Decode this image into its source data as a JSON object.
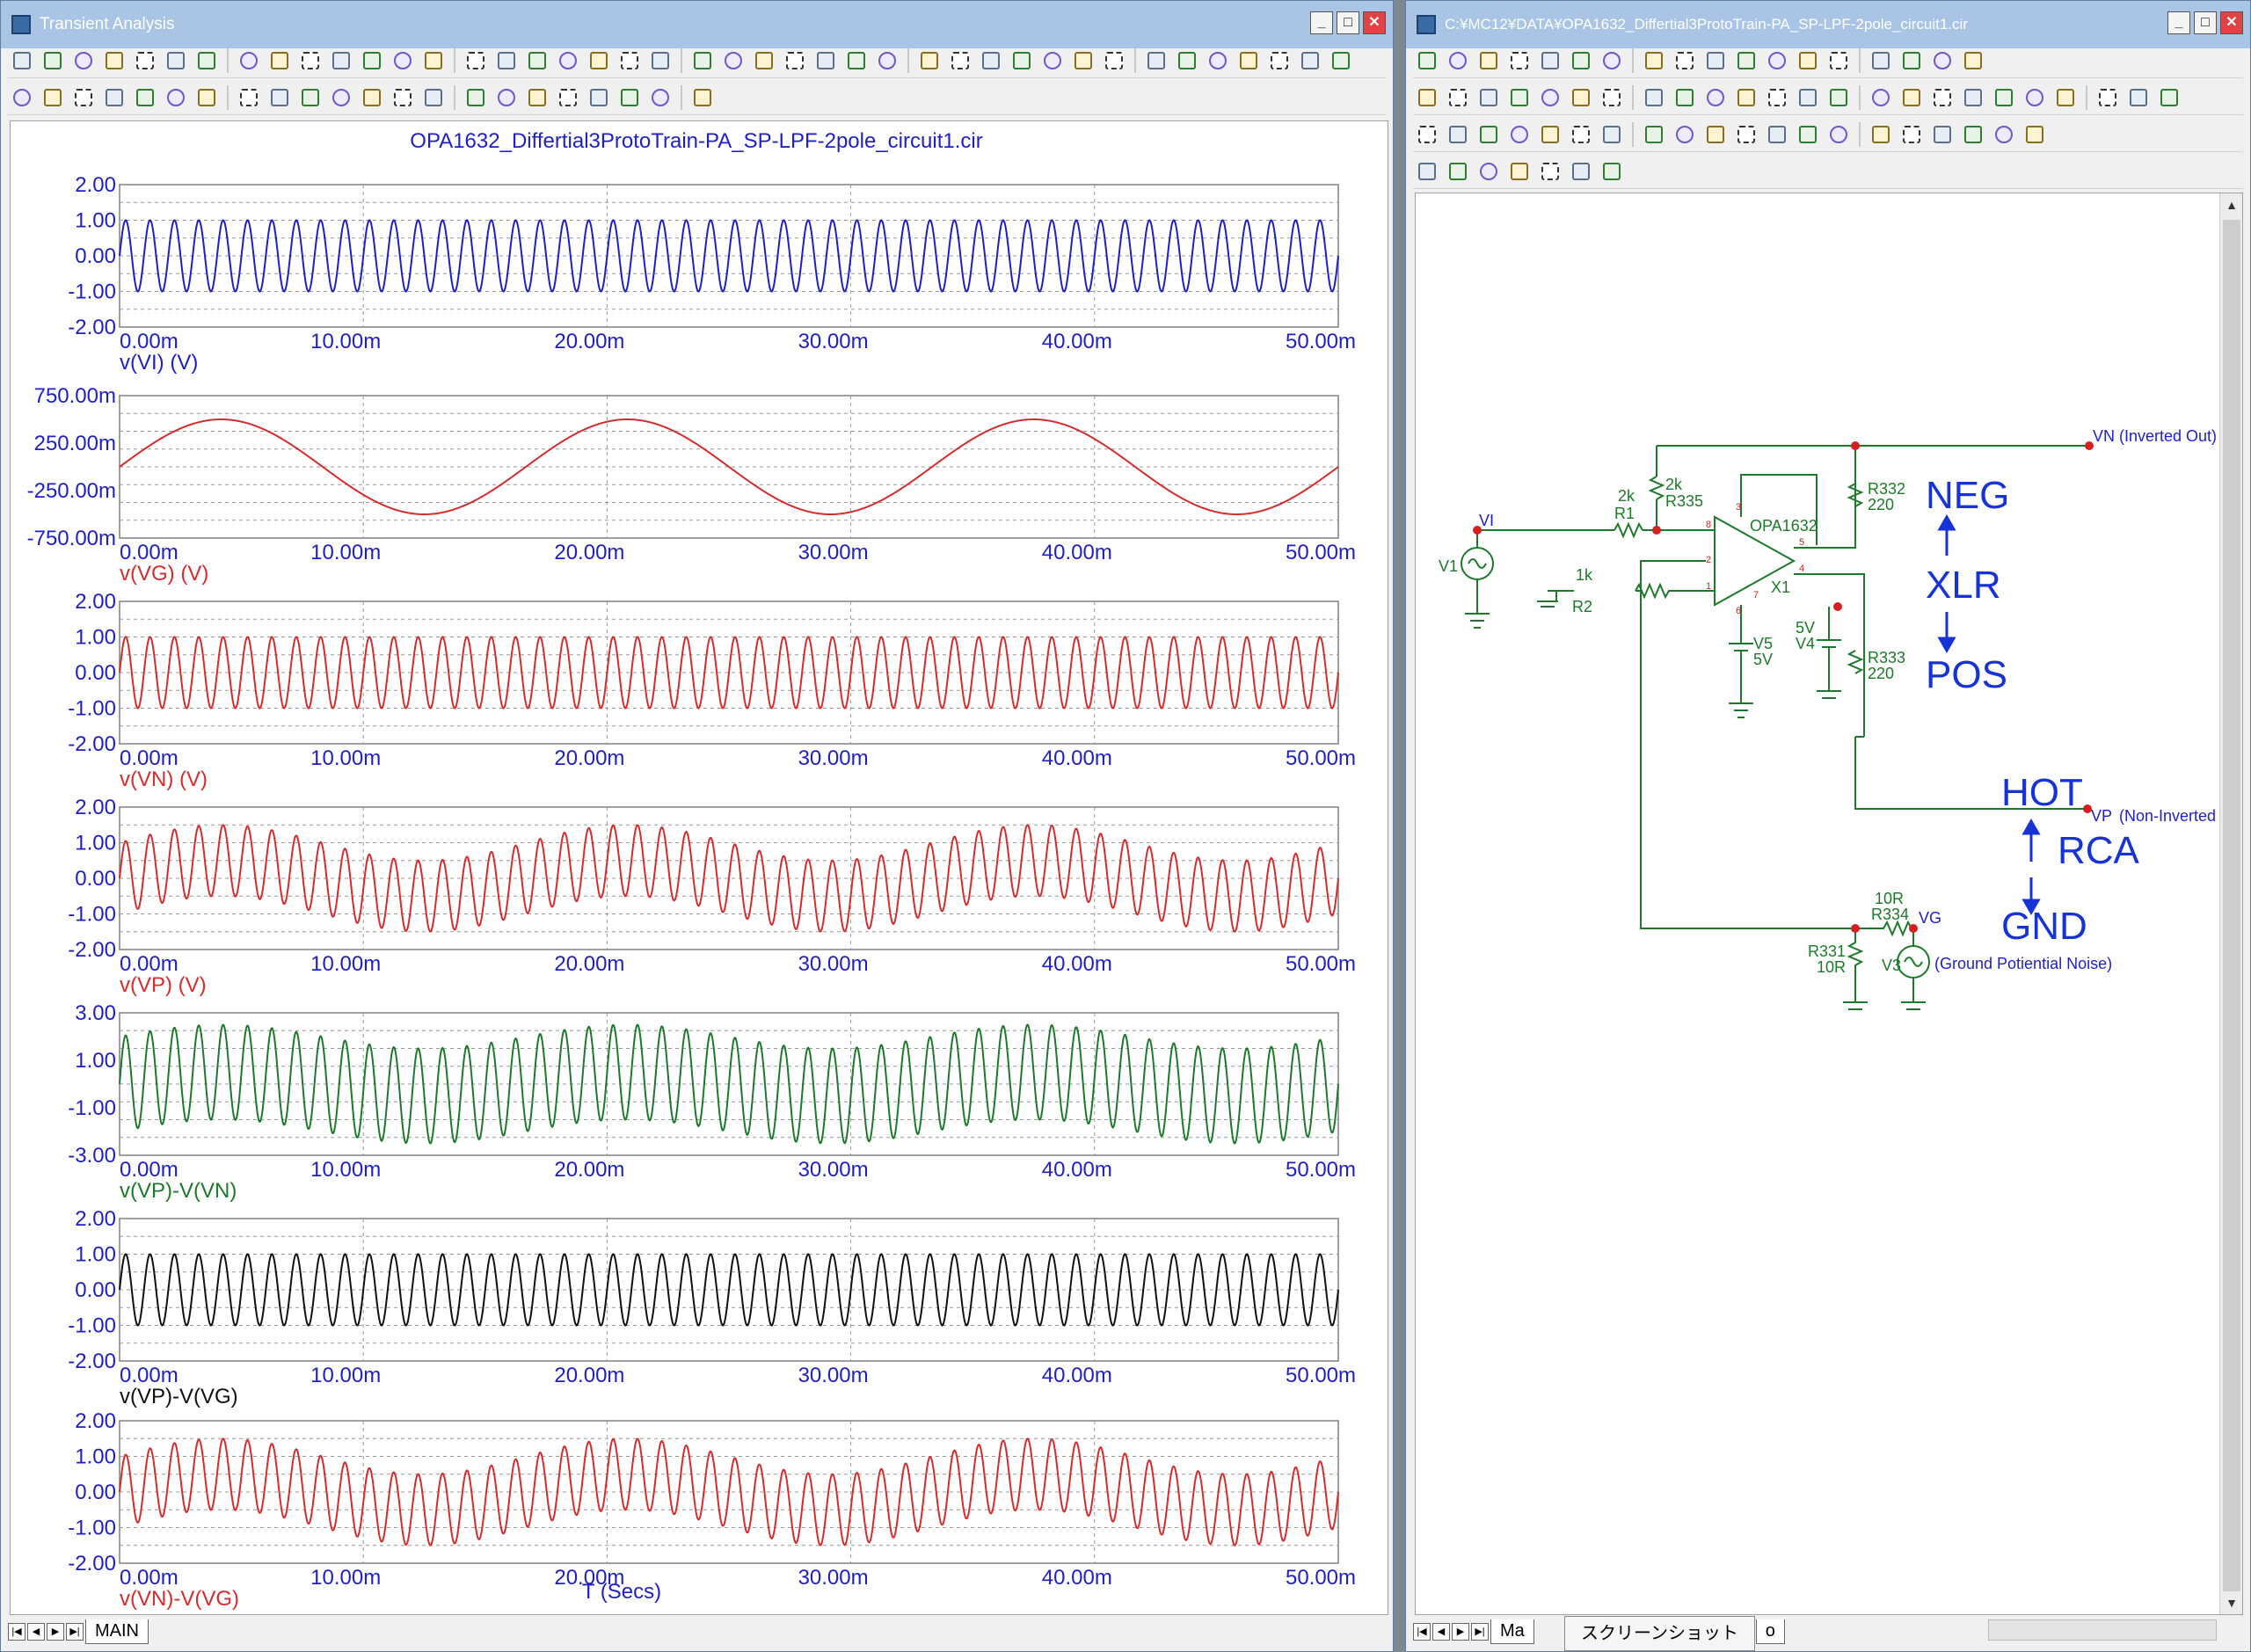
{
  "left_window": {
    "title": "Transient Analysis",
    "controls": [
      "_",
      "□",
      "✕"
    ],
    "plot_title": "OPA1632_Differtial3ProtoTrain-PA_SP-LPF-2pole_circuit1.cir",
    "x_axis_title": "T (Secs)",
    "x_ticks": [
      "0.00m",
      "10.00m",
      "20.00m",
      "30.00m",
      "40.00m",
      "50.00m"
    ],
    "tab_label": "MAIN"
  },
  "right_window": {
    "title": "C:¥MC12¥DATA¥OPA1632_Differtial3ProtoTrain-PA_SP-LPF-2pole_circuit1.cir",
    "controls": [
      "_",
      "□",
      "✕"
    ],
    "tab_label": "Ma",
    "tooltip": "スクリーンショット",
    "tab_suffix": "o"
  },
  "schematic": {
    "node_vi": "VI",
    "src_v1": "V1",
    "r1_value": "2k",
    "r1_name": "R1",
    "r335_value": "2k",
    "r335_name": "R335",
    "r2_value": "1k",
    "r2_name": "R2",
    "opamp_name": "OPA1632",
    "opamp_ref": "X1",
    "pin8": "8",
    "pin3": "3",
    "pin2": "2",
    "pin1": "1",
    "pin5": "5",
    "pin4": "4",
    "pin6": "6",
    "pin7": "7",
    "r332_name": "R332",
    "r332_value": "220",
    "r333_name": "R333",
    "r333_value": "220",
    "v5_name": "V5",
    "v5_value": "5V",
    "v4_value": "5V",
    "v4_name": "V4",
    "node_vn": "VN",
    "vn_desc": "(Inverted Out)",
    "node_vp": "VP",
    "vp_desc": "(Non-Inverted Out)",
    "neg": "NEG",
    "xlr": "XLR",
    "pos": "POS",
    "hot": "HOT",
    "rca": "RCA",
    "gnd": "GND",
    "r334_value": "10R",
    "r334_name": "R334",
    "r331_name": "R331",
    "r331_value": "10R",
    "node_vg": "VG",
    "src_v3": "V3",
    "v3_desc": "(Ground Potiential Noise)"
  },
  "colors": {
    "blue": "#1f1fc8",
    "red": "#d62c2c",
    "green": "#1d7a2a",
    "black": "#111111",
    "grid": "#9a9a9a",
    "schem_wire": "#1d7a2a",
    "schem_label": "#1f1fc8",
    "node": "#d62020",
    "annot": "#1533d6"
  },
  "chart_data": [
    {
      "type": "line",
      "series": [
        {
          "name": "v(VI) (V)",
          "color": "blue",
          "freq_hz": 1000,
          "amplitude": 1.0,
          "mod_freq_hz": 0,
          "mod_amp": 0
        }
      ],
      "x_range": [
        0,
        0.05
      ],
      "ylim": [
        -2,
        2
      ],
      "y_ticks": [
        "2.00",
        "1.00",
        "0.00",
        "-1.00",
        "-2.00"
      ],
      "grid": true
    },
    {
      "type": "line",
      "series": [
        {
          "name": "v(VG) (V)",
          "color": "red",
          "freq_hz": 60,
          "amplitude": 0.5,
          "mod_freq_hz": 0,
          "mod_amp": 0
        }
      ],
      "x_range": [
        0,
        0.05
      ],
      "ylim": [
        -0.75,
        0.75
      ],
      "y_ticks": [
        "750.00m",
        "250.00m",
        "-250.00m",
        "-750.00m"
      ],
      "grid": true
    },
    {
      "type": "line",
      "series": [
        {
          "name": "v(VN) (V)",
          "color": "red",
          "freq_hz": 1000,
          "amplitude": 1.0,
          "mod_freq_hz": 0,
          "mod_amp": 0
        }
      ],
      "x_range": [
        0,
        0.05
      ],
      "ylim": [
        -2,
        2
      ],
      "y_ticks": [
        "2.00",
        "1.00",
        "0.00",
        "-1.00",
        "-2.00"
      ],
      "grid": true
    },
    {
      "type": "line",
      "series": [
        {
          "name": "v(VP) (V)",
          "color": "red",
          "freq_hz": 1000,
          "amplitude": 1.0,
          "mod_freq_hz": 60,
          "mod_amp": 0.5
        }
      ],
      "x_range": [
        0,
        0.05
      ],
      "ylim": [
        -2,
        2
      ],
      "y_ticks": [
        "2.00",
        "1.00",
        "0.00",
        "-1.00",
        "-2.00"
      ],
      "grid": true
    },
    {
      "type": "line",
      "series": [
        {
          "name": "v(VP)-V(VN)",
          "color": "green",
          "freq_hz": 1000,
          "amplitude": 2.0,
          "mod_freq_hz": 60,
          "mod_amp": 0.5
        }
      ],
      "x_range": [
        0,
        0.05
      ],
      "ylim": [
        -3,
        3
      ],
      "y_ticks": [
        "3.00",
        "1.00",
        "-1.00",
        "-3.00"
      ],
      "grid": true
    },
    {
      "type": "line",
      "series": [
        {
          "name": "v(VP)-V(VG)",
          "color": "black",
          "freq_hz": 1000,
          "amplitude": 1.0,
          "mod_freq_hz": 0,
          "mod_amp": 0
        }
      ],
      "x_range": [
        0,
        0.05
      ],
      "ylim": [
        -2,
        2
      ],
      "y_ticks": [
        "2.00",
        "1.00",
        "0.00",
        "-1.00",
        "-2.00"
      ],
      "grid": true
    },
    {
      "type": "line",
      "series": [
        {
          "name": "v(VN)-V(VG)",
          "color": "red",
          "freq_hz": 1000,
          "amplitude": 1.0,
          "mod_freq_hz": 60,
          "mod_amp": 0.5
        }
      ],
      "x_range": [
        0,
        0.05
      ],
      "ylim": [
        -2,
        2
      ],
      "y_ticks": [
        "2.00",
        "1.00",
        "0.00",
        "-1.00",
        "-2.00"
      ],
      "grid": true
    }
  ]
}
